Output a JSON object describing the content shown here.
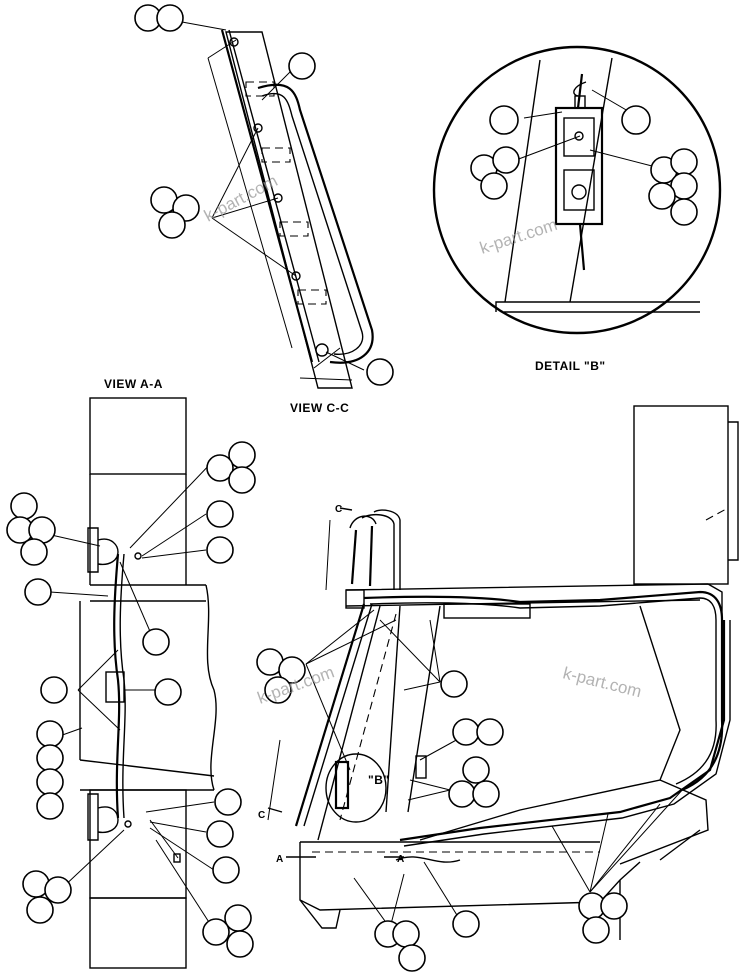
{
  "labels": {
    "view_cc": "VIEW C-C",
    "view_aa": "VIEW A-A",
    "detail_b": "DETAIL \"B\"",
    "callout_b": "\"B\"",
    "section_c_top": "C",
    "section_c_bottom": "C",
    "section_a_left": "A",
    "section_a_right": "A"
  },
  "watermarks": [
    "k-part.com",
    "k-part.com",
    "k-part.com",
    "k-part.com"
  ],
  "colors": {
    "line": "#000000",
    "background": "#ffffff",
    "watermark": "#9a9a9a"
  }
}
